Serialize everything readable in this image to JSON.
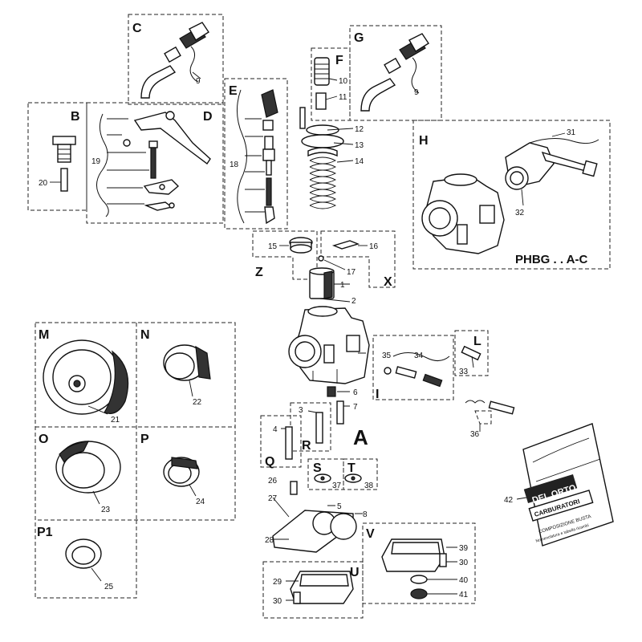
{
  "diagram": {
    "model_label": "PHBG . . A-C",
    "section_letters": {
      "A": "A",
      "B": "B",
      "C": "C",
      "D": "D",
      "E": "E",
      "F": "F",
      "G": "G",
      "H": "H",
      "I": "I",
      "L": "L",
      "M": "M",
      "N": "N",
      "O": "O",
      "P": "P",
      "P1": "P1",
      "Q": "Q",
      "R": "R",
      "S": "S",
      "T": "T",
      "U": "U",
      "V": "V",
      "X": "X",
      "Z": "Z"
    },
    "part_numbers": {
      "n1": "1",
      "n2": "2",
      "n3": "3",
      "n4": "4",
      "n5": "5",
      "n6": "6",
      "n7": "7",
      "n8": "8",
      "n9a": "9",
      "n9b": "9",
      "n10": "10",
      "n11": "11",
      "n12": "12",
      "n13": "13",
      "n14": "14",
      "n15": "15",
      "n16": "16",
      "n17": "17",
      "n18": "18",
      "n19": "19",
      "n20": "20",
      "n21": "21",
      "n22": "22",
      "n23": "23",
      "n24": "24",
      "n25": "25",
      "n26": "26",
      "n27": "27",
      "n28": "28",
      "n29": "29",
      "n30a": "30",
      "n30b": "30",
      "n31": "31",
      "n32": "32",
      "n33": "33",
      "n34": "34",
      "n35": "35",
      "n36": "36",
      "n37": "37",
      "n38": "38",
      "n39": "39",
      "n40": "40",
      "n41": "41",
      "n42": "42"
    },
    "bag_label": {
      "brand": "DEL ORTO",
      "product": "CARBURATORI",
      "line1": "COMPOSIZIONE BUSTA",
      "line2": "Nomenclatura e tabella ricambi"
    }
  }
}
